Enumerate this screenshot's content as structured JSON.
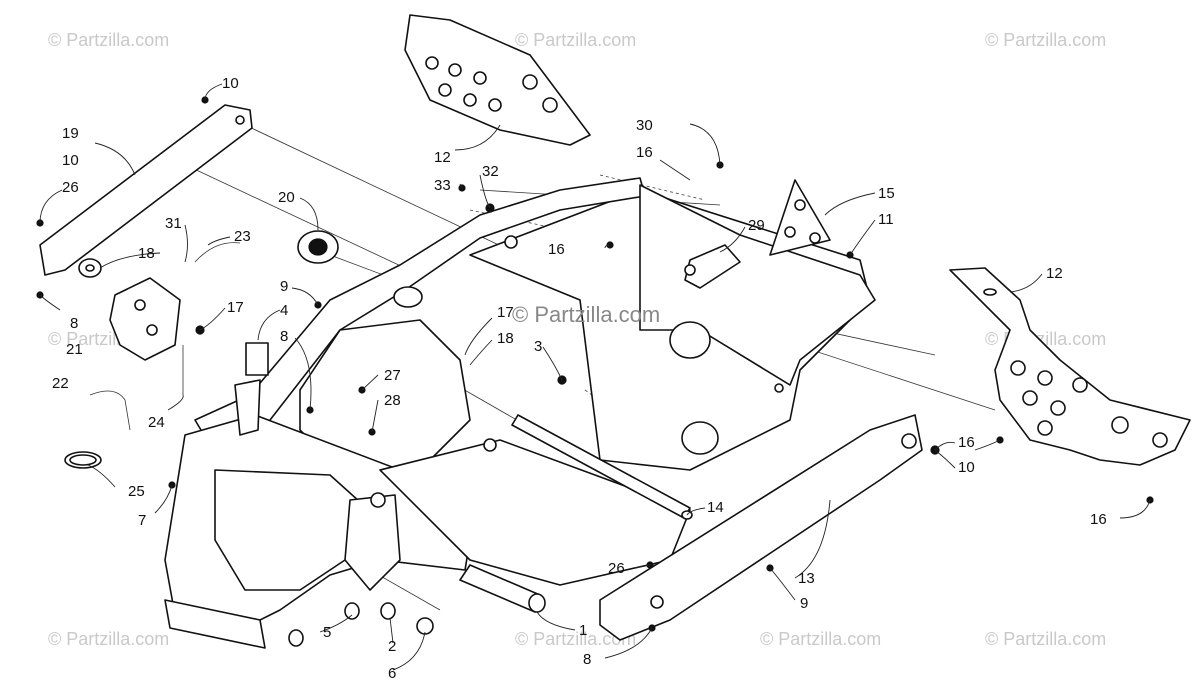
{
  "watermarks": [
    {
      "text": "© Partzilla.com"
    },
    {
      "text": "© Partzilla.com"
    },
    {
      "text": "© Partzilla.com"
    },
    {
      "text": "© Partzilla.com"
    },
    {
      "text": "© Partzilla.com"
    },
    {
      "text": "© Partzilla.com"
    },
    {
      "text": "© Partzilla.com"
    },
    {
      "text": "© Partzilla.com"
    },
    {
      "text": "© Partzilla.com"
    }
  ],
  "center_watermark": "© Partzilla.com",
  "callouts": [
    {
      "id": "c10a",
      "text": "10"
    },
    {
      "id": "c19",
      "text": "19"
    },
    {
      "id": "c10b",
      "text": "10"
    },
    {
      "id": "c26a",
      "text": "26"
    },
    {
      "id": "c31",
      "text": "31"
    },
    {
      "id": "c18a",
      "text": "18"
    },
    {
      "id": "c23",
      "text": "23"
    },
    {
      "id": "c20",
      "text": "20"
    },
    {
      "id": "c9a",
      "text": "9"
    },
    {
      "id": "c4",
      "text": "4"
    },
    {
      "id": "c8a",
      "text": "8"
    },
    {
      "id": "c17a",
      "text": "17"
    },
    {
      "id": "c8b",
      "text": "8"
    },
    {
      "id": "c21",
      "text": "21"
    },
    {
      "id": "c22",
      "text": "22"
    },
    {
      "id": "c24",
      "text": "24"
    },
    {
      "id": "c25",
      "text": "25"
    },
    {
      "id": "c7",
      "text": "7"
    },
    {
      "id": "c12a",
      "text": "12"
    },
    {
      "id": "c33",
      "text": "33"
    },
    {
      "id": "c32",
      "text": "32"
    },
    {
      "id": "c30",
      "text": "30"
    },
    {
      "id": "c16a",
      "text": "16"
    },
    {
      "id": "c16b",
      "text": "16"
    },
    {
      "id": "c29",
      "text": "29"
    },
    {
      "id": "c15",
      "text": "15"
    },
    {
      "id": "c11",
      "text": "11"
    },
    {
      "id": "c12b",
      "text": "12"
    },
    {
      "id": "c17b",
      "text": "17"
    },
    {
      "id": "c18b",
      "text": "18"
    },
    {
      "id": "c3",
      "text": "3"
    },
    {
      "id": "c27",
      "text": "27"
    },
    {
      "id": "c28",
      "text": "28"
    },
    {
      "id": "c14",
      "text": "14"
    },
    {
      "id": "c16c",
      "text": "16"
    },
    {
      "id": "c10c",
      "text": "10"
    },
    {
      "id": "c16d",
      "text": "16"
    },
    {
      "id": "c26b",
      "text": "26"
    },
    {
      "id": "c13",
      "text": "13"
    },
    {
      "id": "c9b",
      "text": "9"
    },
    {
      "id": "c5",
      "text": "5"
    },
    {
      "id": "c1",
      "text": "1"
    },
    {
      "id": "c2",
      "text": "2"
    },
    {
      "id": "c6",
      "text": "6"
    },
    {
      "id": "c8c",
      "text": "8"
    }
  ]
}
